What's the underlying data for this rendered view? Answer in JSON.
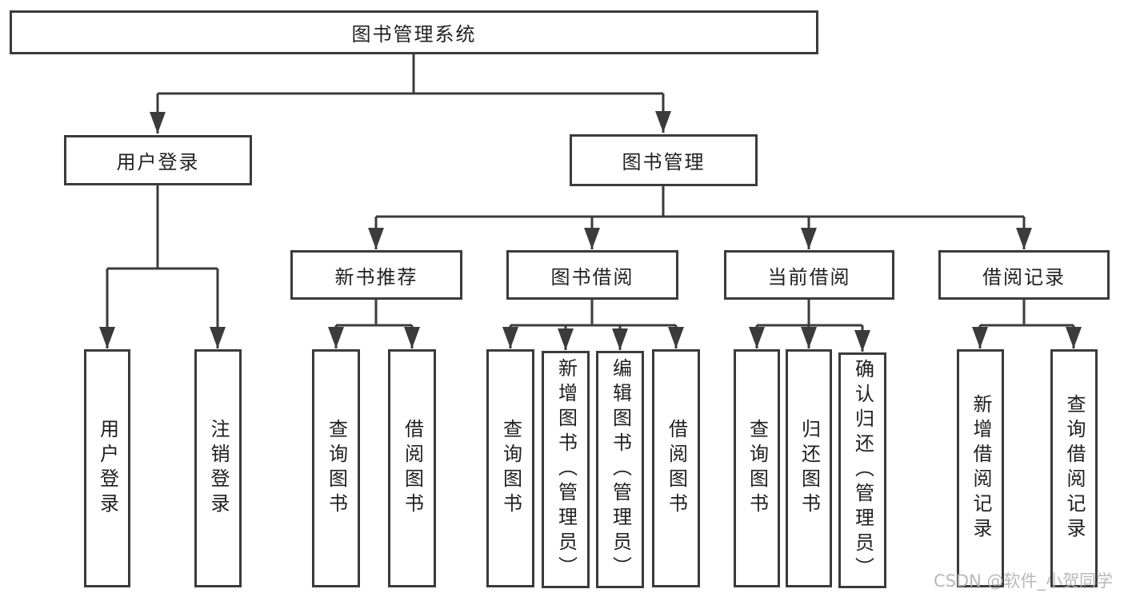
{
  "colors": {
    "line": "#3b3b3b",
    "box_border": "#3b3b3b",
    "text": "#1f1f1f",
    "watermark": "#b3b3b3",
    "background": "#ffffff"
  },
  "diagram": {
    "root": {
      "label": "图书管理系统"
    },
    "groups": [
      {
        "label": "用户登录",
        "children": [
          {
            "label": "用户登录"
          },
          {
            "label": "注销登录"
          }
        ]
      },
      {
        "label": "图书管理",
        "subgroups": [
          {
            "label": "新书推荐",
            "children": [
              {
                "label": "查询图书"
              },
              {
                "label": "借阅图书"
              }
            ]
          },
          {
            "label": "图书借阅",
            "children": [
              {
                "label": "查询图书"
              },
              {
                "label": "新增图书（管理员）"
              },
              {
                "label": "编辑图书（管理员）"
              },
              {
                "label": "借阅图书"
              }
            ]
          },
          {
            "label": "当前借阅",
            "children": [
              {
                "label": "查询图书"
              },
              {
                "label": "归还图书"
              },
              {
                "label": "确认归还（管理员）"
              }
            ]
          },
          {
            "label": "借阅记录",
            "children": [
              {
                "label": "新增借阅记录"
              },
              {
                "label": "查询借阅记录"
              }
            ]
          }
        ]
      }
    ]
  },
  "watermark": {
    "text": "CSDN @软件_小贺同学"
  }
}
